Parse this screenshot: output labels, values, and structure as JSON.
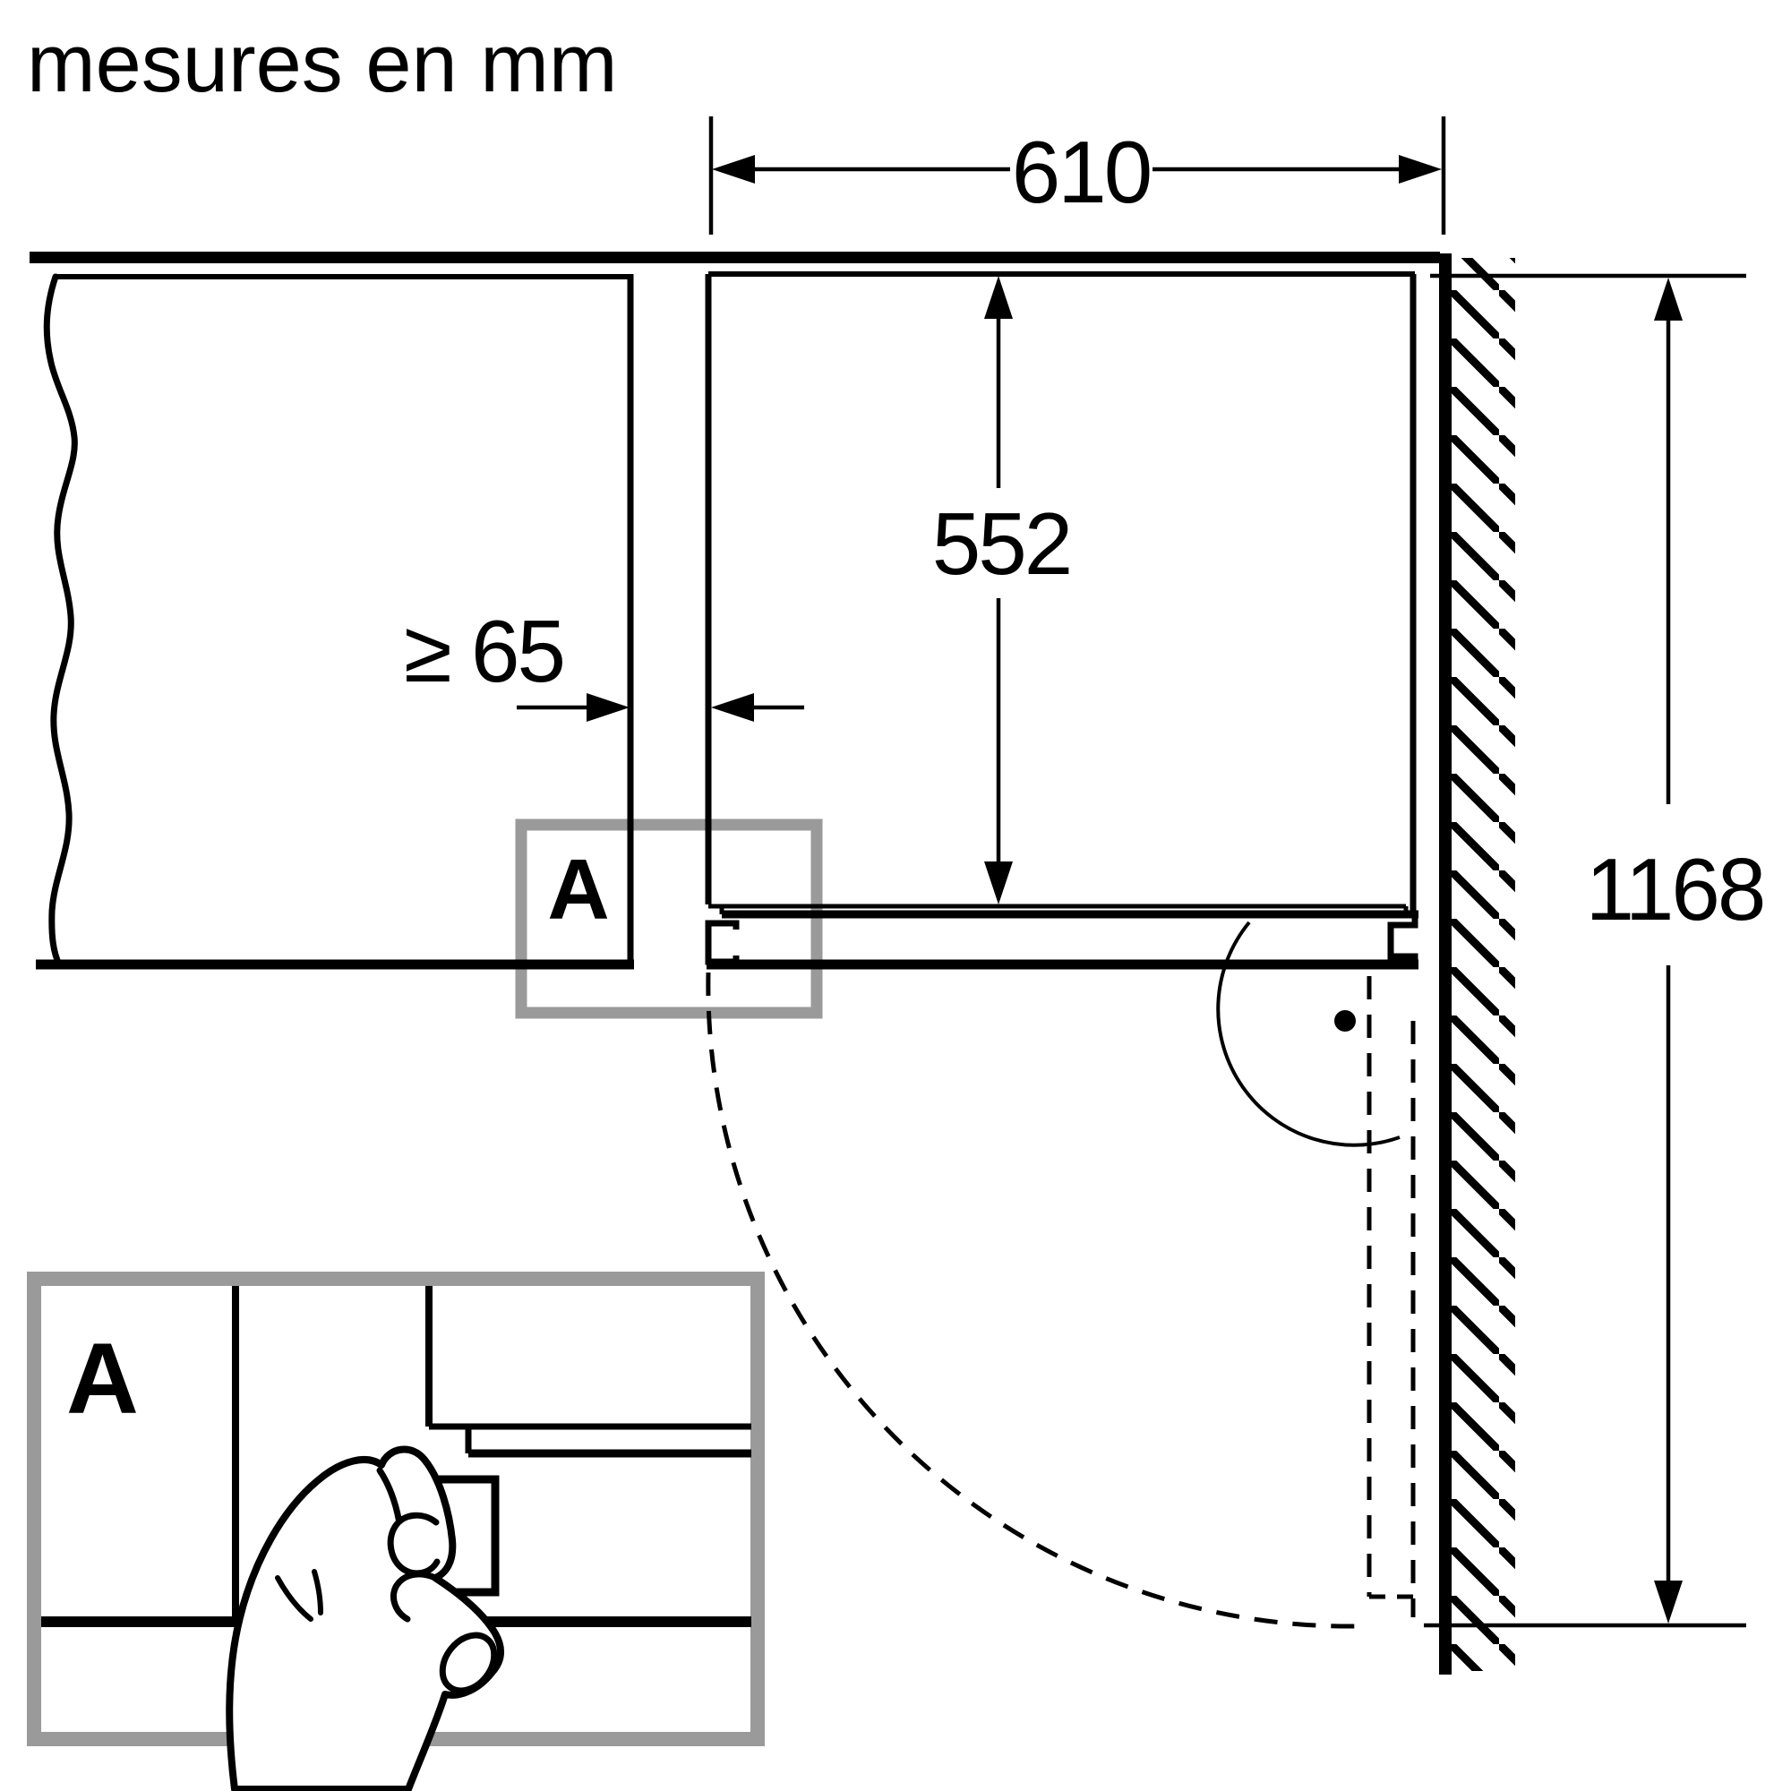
{
  "diagram": {
    "title": "mesures en mm",
    "unit": "mm",
    "dimensions": {
      "niche_depth_width": "610",
      "niche_height": "552",
      "side_clearance": "≥ 65",
      "height_with_open_door": "1168"
    },
    "callout": {
      "label": "A"
    },
    "detail_view": {
      "label": "A"
    },
    "colors": {
      "line": "#000000",
      "frame_gray": "#9a9a9a",
      "background": "#ffffff"
    }
  }
}
